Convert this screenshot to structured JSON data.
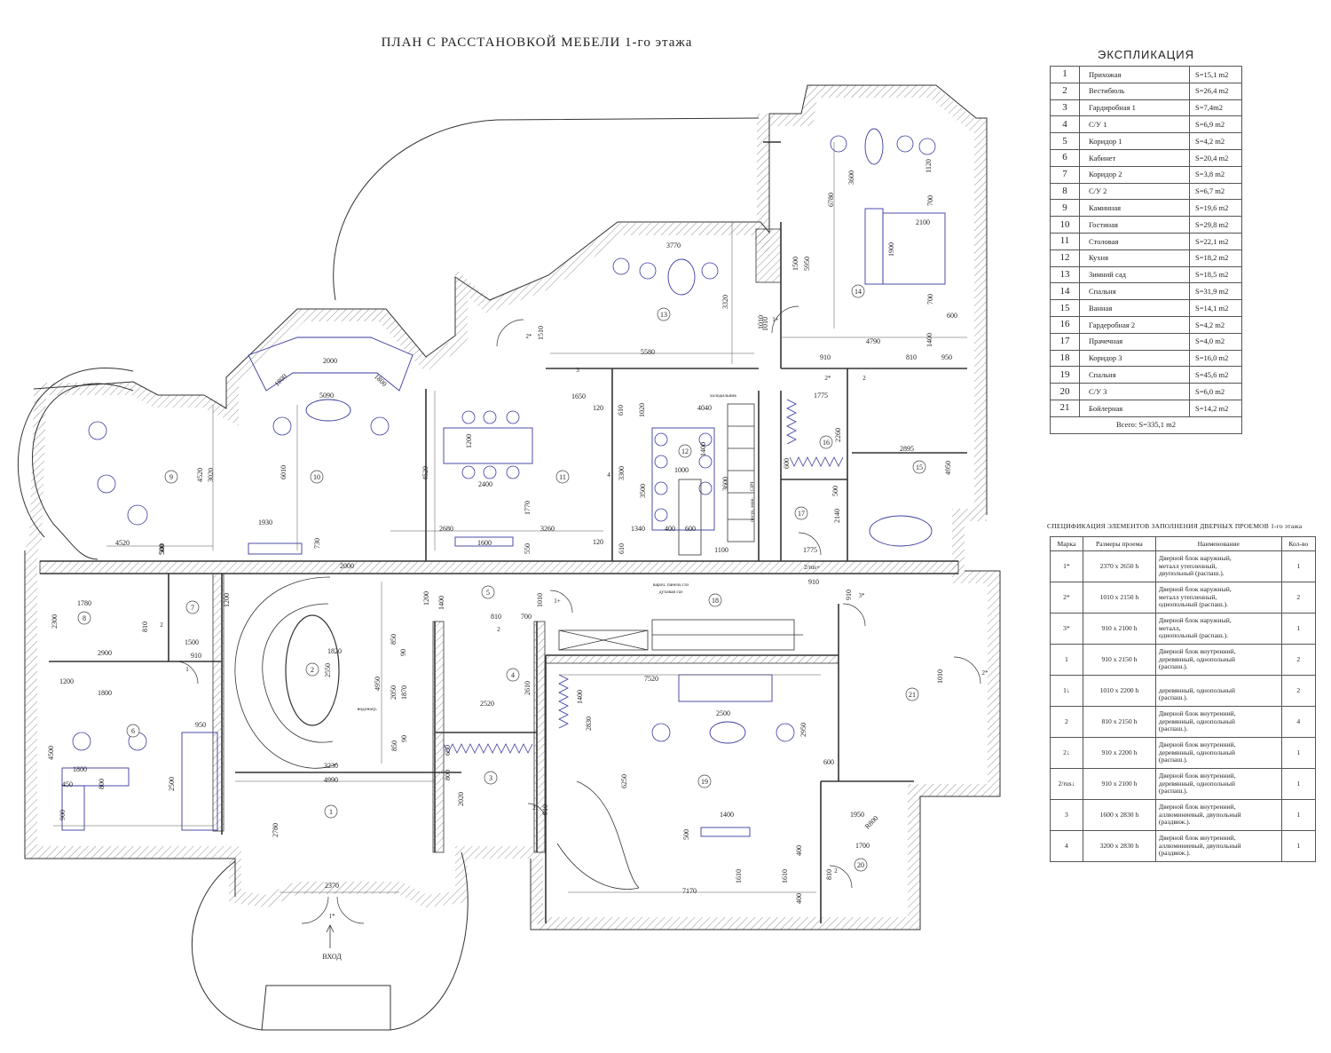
{
  "title": "ПЛАН С РАССТАНОВКОЙ МЕБЕЛИ 1-го этажа",
  "explication": {
    "title": "ЭКСПЛИКАЦИЯ",
    "rooms": [
      {
        "n": "1",
        "name": "Прихожая",
        "area": "S=15,1 m2"
      },
      {
        "n": "2",
        "name": "Вестибюль",
        "area": "S=26,4 m2"
      },
      {
        "n": "3",
        "name": "Гардиробная 1",
        "area": "S=7,4m2"
      },
      {
        "n": "4",
        "name": "С/У 1",
        "area": "S=6,9 m2"
      },
      {
        "n": "5",
        "name": "Коридор 1",
        "area": "S=4,2 m2"
      },
      {
        "n": "6",
        "name": "Кабинет",
        "area": "S=20,4 m2"
      },
      {
        "n": "7",
        "name": "Коридор 2",
        "area": "S=3,8 m2"
      },
      {
        "n": "8",
        "name": "С/У 2",
        "area": "S=6,7 m2"
      },
      {
        "n": "9",
        "name": "Каминная",
        "area": "S=19,6 m2"
      },
      {
        "n": "10",
        "name": "Гостиная",
        "area": "S=29,8 m2"
      },
      {
        "n": "11",
        "name": "Столовая",
        "area": "S=22,1 m2"
      },
      {
        "n": "12",
        "name": "Кухня",
        "area": "S=18,2 m2"
      },
      {
        "n": "13",
        "name": "Зимний сад",
        "area": "S=18,5 m2"
      },
      {
        "n": "14",
        "name": "Спальня",
        "area": "S=31,9 m2"
      },
      {
        "n": "15",
        "name": "Ванная",
        "area": "S=14,1 m2"
      },
      {
        "n": "16",
        "name": "Гардеробная 2",
        "area": "S=4,2 m2"
      },
      {
        "n": "17",
        "name": "Прачечная",
        "area": "S=4,0 m2"
      },
      {
        "n": "18",
        "name": "Коридор 3",
        "area": "S=16,0 m2"
      },
      {
        "n": "19",
        "name": "Спальня",
        "area": "S=45,6 m2"
      },
      {
        "n": "20",
        "name": "С/У 3",
        "area": "S=6,0 m2"
      },
      {
        "n": "21",
        "name": "Бойлерная",
        "area": "S=14,2 m2"
      }
    ],
    "total": "Всего: S=335,1 m2"
  },
  "spec": {
    "title": "СПЕЦИФИКАЦИЯ ЭЛЕМЕНТОВ ЗАПОЛНЕНИЯ ДВЕРНЫХ ПРОЕМОВ    1-го этажа",
    "headers": [
      "Марка",
      "Размеры проема",
      "Наименование",
      "Кол-во"
    ],
    "rows": [
      {
        "mark": "1*",
        "size": "2370 x 2650 h",
        "desc": "Дверной блок наружный,\nметалл утепленный,\nдвупольный (распаш.).",
        "qty": "1"
      },
      {
        "mark": "2*",
        "size": "1010 x 2150 h",
        "desc": "Дверной блок наружный,\nметалл утепленный,\nоднопольный (распаш.).",
        "qty": "2"
      },
      {
        "mark": "3*",
        "size": "910 x 2100 h",
        "desc": "Дверной блок наружный,\nметалл,\nоднопольный (распаш.).",
        "qty": "1"
      },
      {
        "mark": "1",
        "size": "910 x 2150 h",
        "desc": "Дверной блок внутренний,\nдеревянный, однопольный\n(распаш.).",
        "qty": "2"
      },
      {
        "mark": "1↓",
        "size": "1010 x 2200 h",
        "desc": "\nдеревянный, однопольный\n(распаш.).",
        "qty": "2"
      },
      {
        "mark": "2",
        "size": "810 x 2150 h",
        "desc": "Дверной блок внутренний,\nдеревянный, однопольный\n(распаш.).",
        "qty": "4"
      },
      {
        "mark": "2↓",
        "size": "910 x 2200 h",
        "desc": "Дверной блок внутренний,\nдеревянный, однопольный\n(распаш.).",
        "qty": "1"
      },
      {
        "mark": "2/rus↓",
        "size": "910 x 2100 h",
        "desc": "Дверной блок внутренний,\nдеревянный, однопольный\n(распаш.).",
        "qty": "1"
      },
      {
        "mark": "3",
        "size": "1600 x 2830 h",
        "desc": "Дверной блок внутренний,\nаллюминиевый, двупольный\n(раздвиж.).",
        "qty": "1"
      },
      {
        "mark": "4",
        "size": "3200 x 2830 h",
        "desc": "Дверной блок внутренний,\nаллюминиевый, двупольный\n(раздвиж.).",
        "qty": "1"
      }
    ]
  },
  "plan": {
    "entrance_label": "ВХОД",
    "room_numbers": [
      "1",
      "2",
      "3",
      "4",
      "5",
      "6",
      "7",
      "8",
      "9",
      "10",
      "11",
      "12",
      "13",
      "14",
      "15",
      "16",
      "17",
      "18",
      "19",
      "20",
      "21"
    ],
    "dimensions": [
      "3770",
      "3320",
      "1010",
      "1510",
      "5580",
      "1650",
      "120",
      "610",
      "1020",
      "4040",
      "2000",
      "1800",
      "1800",
      "5090",
      "4520",
      "3020",
      "6010",
      "4520",
      "1770",
      "3300",
      "1200",
      "2400",
      "1000",
      "1400",
      "3500",
      "3600",
      "400",
      "600",
      "1340",
      "1100",
      "1930",
      "730",
      "500",
      "2680",
      "1600",
      "3260",
      "550",
      "120",
      "610",
      "2000",
      "4520",
      "500",
      "1780",
      "2300",
      "2900",
      "1800",
      "1200",
      "950",
      "2500",
      "4500",
      "1800",
      "450",
      "800",
      "900",
      "1200",
      "810",
      "1500",
      "910",
      "1820",
      "2550",
      "4950",
      "850",
      "2050",
      "1870",
      "90",
      "90",
      "850",
      "3230",
      "4990",
      "2780",
      "2370",
      "1200",
      "1400",
      "810",
      "700",
      "2610",
      "2520",
      "650",
      "800",
      "2020",
      "910",
      "1010",
      "1400",
      "7520",
      "2500",
      "2830",
      "6250",
      "2950",
      "600",
      "1400",
      "500",
      "1610",
      "1610",
      "400",
      "400",
      "810",
      "7170",
      "1950",
      "1700",
      "R800",
      "1010",
      "910",
      "3600",
      "6780",
      "1120",
      "700",
      "2100",
      "1900",
      "700",
      "1500",
      "5950",
      "1010",
      "600",
      "1400",
      "4790",
      "910",
      "810",
      "950",
      "1775",
      "2260",
      "2895",
      "4950",
      "600",
      "500",
      "2140",
      "1775",
      "910"
    ],
    "door_marks": [
      "1*",
      "2*",
      "2*",
      "2*",
      "3*",
      "1+",
      "1+",
      "1",
      "2",
      "2",
      "2",
      "3",
      "4",
      "2/rus+",
      "2",
      "2"
    ],
    "appliance_labels": [
      "холодильник",
      "вароч. панель газ",
      "духовая газ",
      "водонагр.",
      "СВЧ",
      "посуд. маш."
    ]
  },
  "colors": {
    "wall_hatch": "#666666",
    "lines": "#333333",
    "furniture": "#3a3aa0"
  }
}
